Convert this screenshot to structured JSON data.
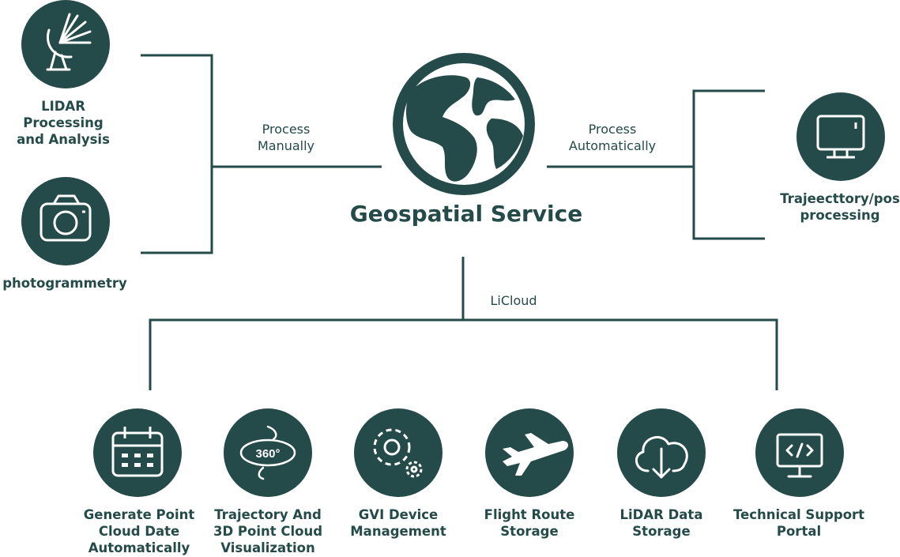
{
  "colors": {
    "primary": "#244a49",
    "background": "#ffffff",
    "icon_stroke": "#ffffff"
  },
  "center": {
    "title": "Geospatial Service",
    "icon": "globe-icon"
  },
  "left_nodes": [
    {
      "line1": "LIDAR Processing",
      "line2": "and Analysis",
      "icon": "satellite-dish-icon"
    },
    {
      "line1": "photogrammetry",
      "line2": "",
      "icon": "camera-icon"
    }
  ],
  "right_node": {
    "line1": "Trajeecttory/pos",
    "line2": "processing",
    "icon": "monitor-icon"
  },
  "edges": {
    "left_label_line1": "Process",
    "left_label_line2": "Manually",
    "right_label_line1": "Process",
    "right_label_line2": "Automatically",
    "bottom_label": "LiCloud"
  },
  "bottom_nodes": [
    {
      "line1": "Generate Point",
      "line2": "Cloud Date",
      "line3": "Automatically",
      "icon": "calendar-icon"
    },
    {
      "line1": "Trajectory And",
      "line2": "3D Point Cloud",
      "line3": "Visualization",
      "icon": "rotate-360-icon",
      "icon_text": "360°"
    },
    {
      "line1": "GVI Device",
      "line2": "Management",
      "line3": "",
      "icon": "gears-icon"
    },
    {
      "line1": "Flight Route",
      "line2": "Storage",
      "line3": "",
      "icon": "airplane-icon"
    },
    {
      "line1": "LiDAR Data",
      "line2": "Storage",
      "line3": "",
      "icon": "cloud-download-icon"
    },
    {
      "line1": "Technical Support",
      "line2": "Portal",
      "line3": "",
      "icon": "code-monitor-icon"
    }
  ]
}
